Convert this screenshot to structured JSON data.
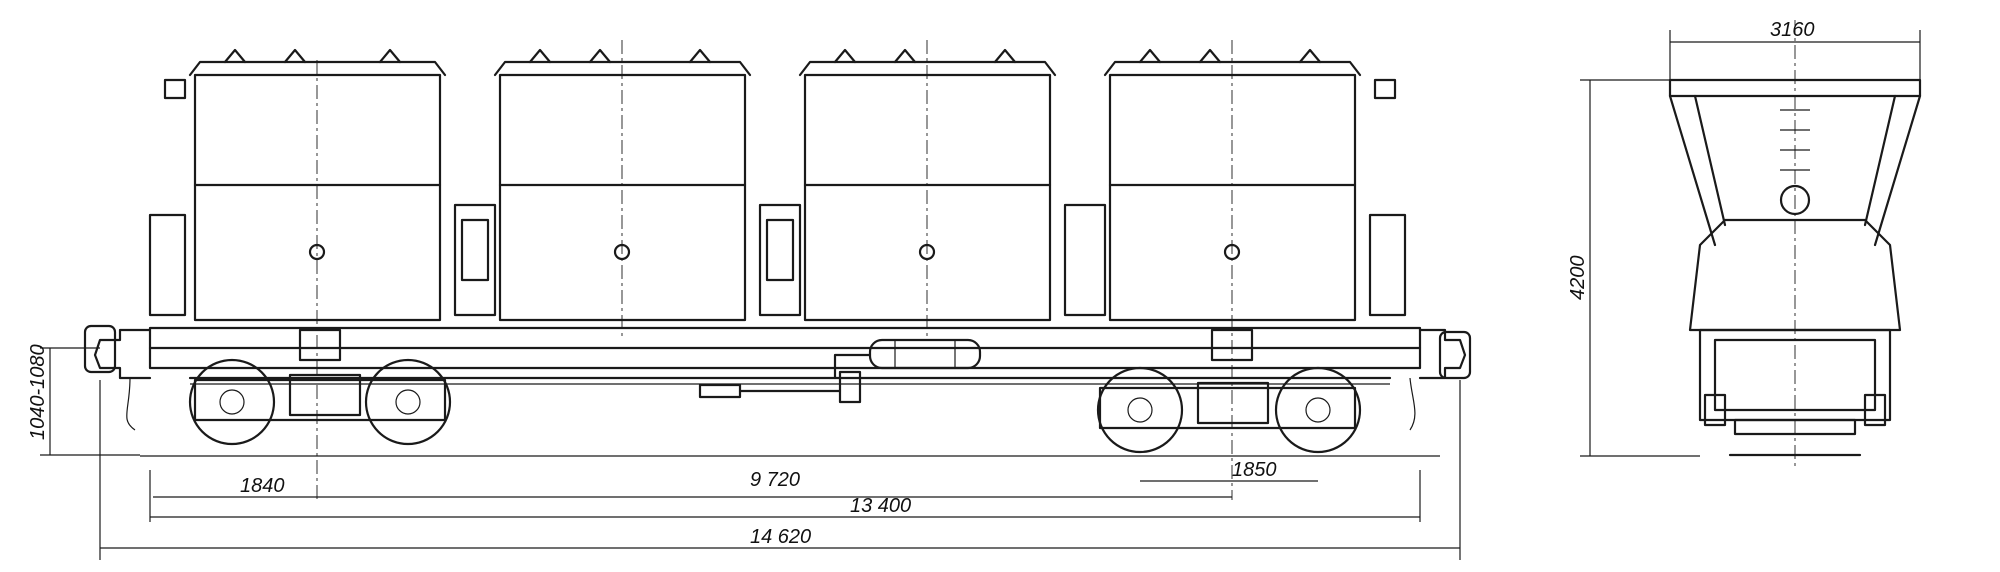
{
  "dimensions": {
    "side_view": {
      "coupler_height": "1040-1080",
      "bogie_wheelbase_left": "1840",
      "bogie_centers": "9 720",
      "bogie_wheelbase_right": "1850",
      "length_over_frame": "13 400",
      "length_over_couplers": "14 620"
    },
    "end_view": {
      "width": "3160",
      "height": "4200"
    }
  }
}
